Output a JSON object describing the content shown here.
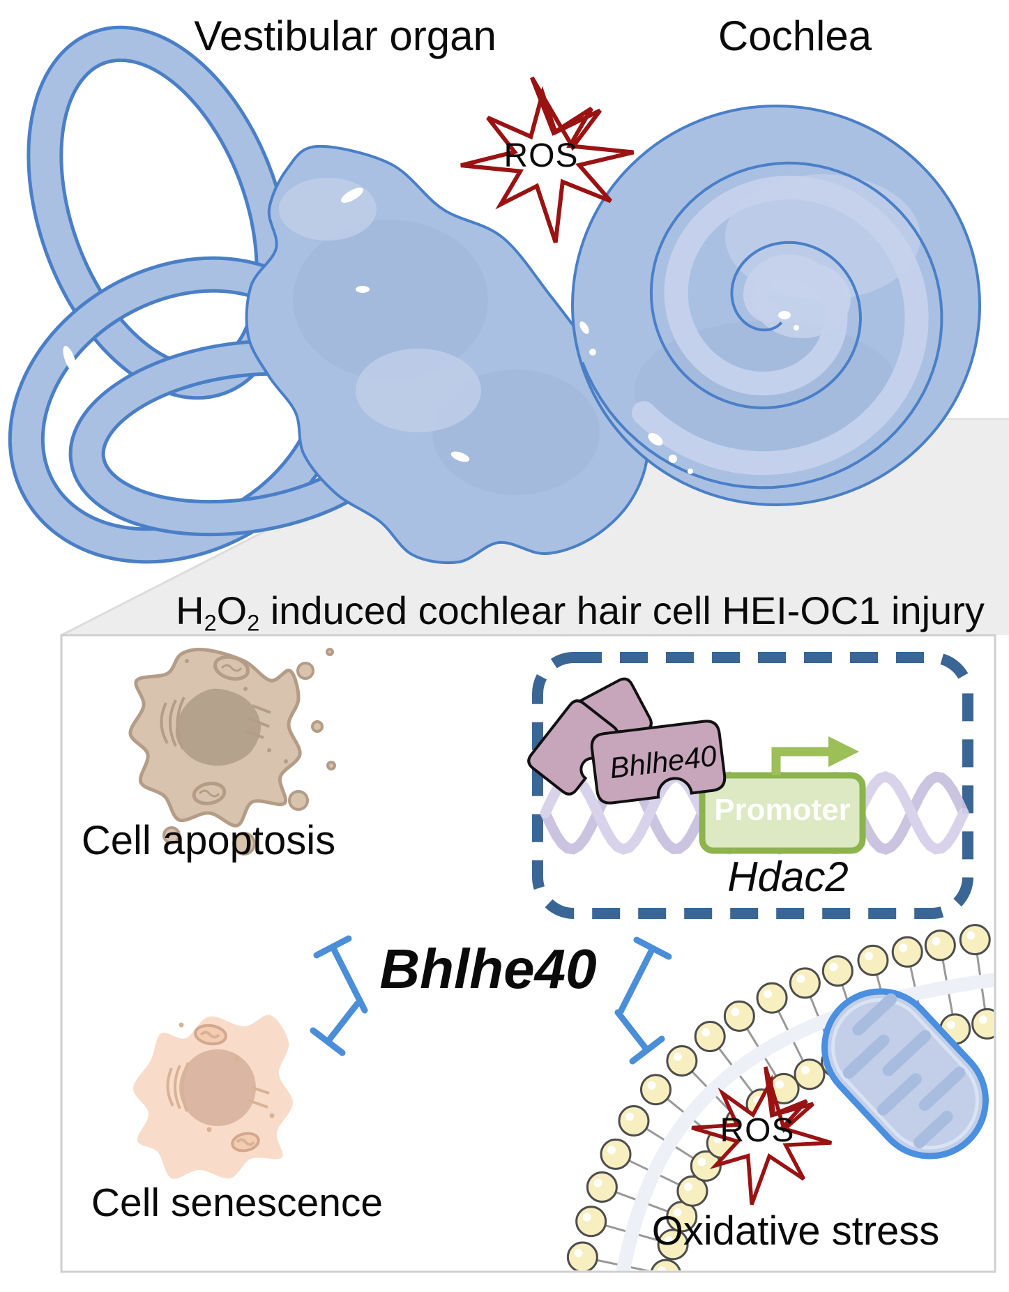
{
  "figure": {
    "top_labels": {
      "vestibular": "Vestibular organ",
      "cochlea": "Cochlea"
    },
    "ros_burst_top": "ROS",
    "section_title": {
      "h": "H",
      "sub1": "2",
      "o": "O",
      "sub2": "2",
      "rest": " induced cochlear hair cell HEI-OC1 injury"
    },
    "panel": {
      "cell_apoptosis": "Cell apoptosis",
      "cell_senescence": "Cell senescence",
      "oxidative_stress": "Oxidative stress",
      "ros_burst_bottom": "ROS",
      "central_gene": "Bhlhe40",
      "hdac2_box": {
        "tf_label": "Bhlhe40",
        "promoter": "Promoter",
        "gene": "Hdac2"
      }
    },
    "colors": {
      "ear_blue_fill": "#a9c0e2",
      "ear_blue_stroke": "#4a7fc8",
      "ros_red": "#9a1212",
      "dashed_box_blue": "#3a6695",
      "inhibitor_blue": "#4a8ed8",
      "protein_mauve": "#c7a6bc",
      "dna_lavender": "#c9c1e0",
      "promoter_green_fill": "#dce9c3",
      "promoter_green_border": "#8cb34c",
      "arrow_green": "#9cbf57",
      "apoptotic_cell_tan": "#d8c3ae",
      "senescent_cell_pink": "#f8dcc9",
      "lipid_bead_yellow": "#f7efbf",
      "mitochondrion_blue": "#4a8fe0",
      "panel_bg": "#ffffff",
      "funnel_gray": "#ededee"
    }
  }
}
